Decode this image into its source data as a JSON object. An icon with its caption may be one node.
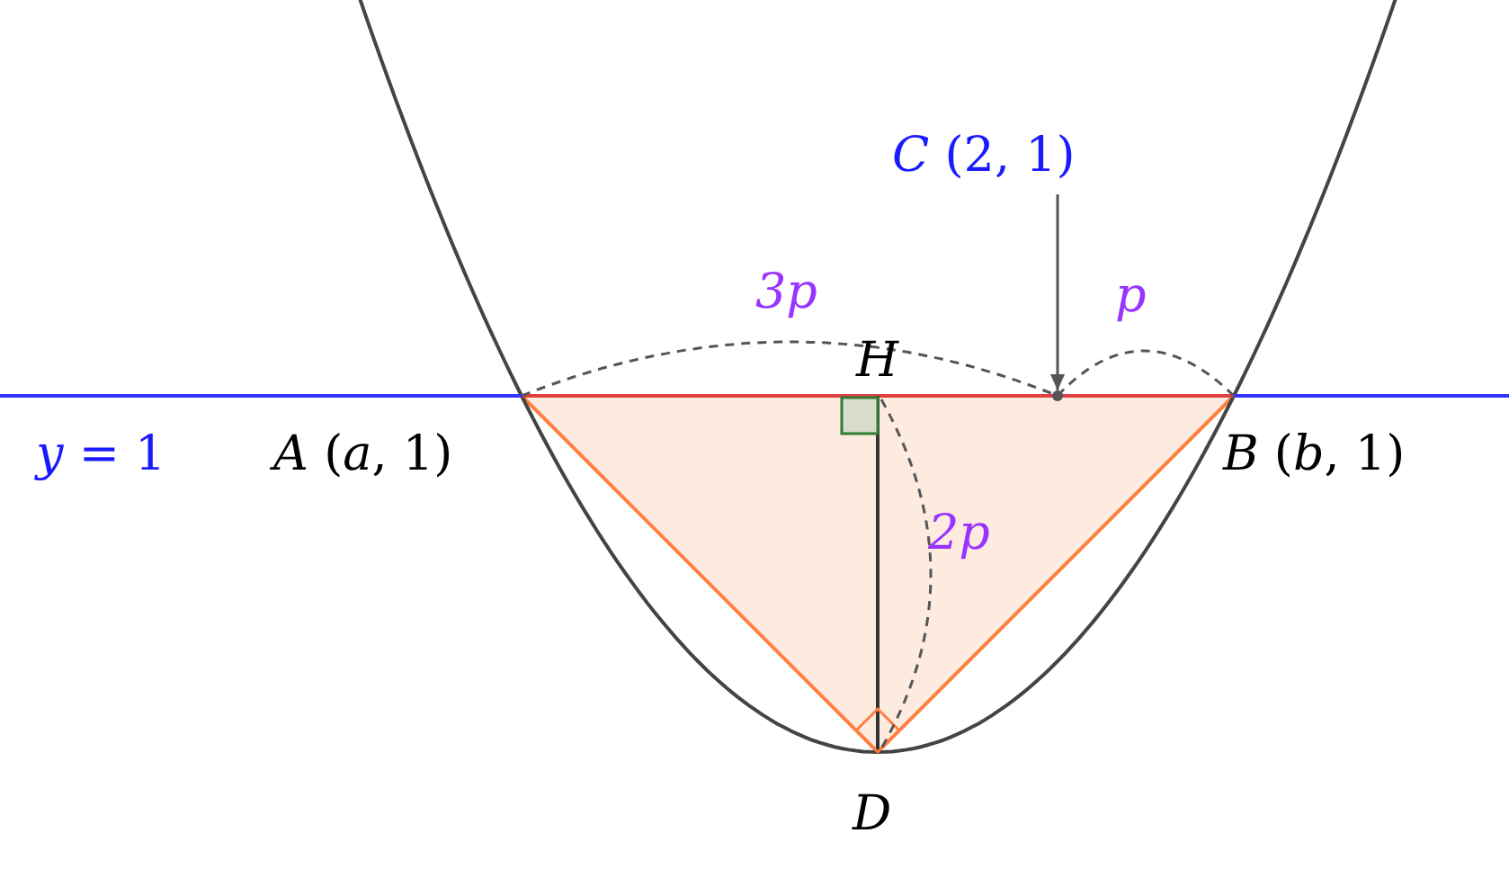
{
  "diagram": {
    "nodes": [
      {
        "text": [
          "*C* (2, 1)"
        ]
      },
      {
        "text": [],
        "shape": "point"
      }
    ],
    "edges": [
      {
        "from": 0,
        "to": 1,
        "arrow": "to"
      }
    ],
    "labels": [
      "*y* = 1",
      "*A* (*a*, 1)",
      "*B* (*b*, 1)",
      "*H*",
      "*D*",
      "3p",
      "*p*",
      "2p"
    ]
  }
}
